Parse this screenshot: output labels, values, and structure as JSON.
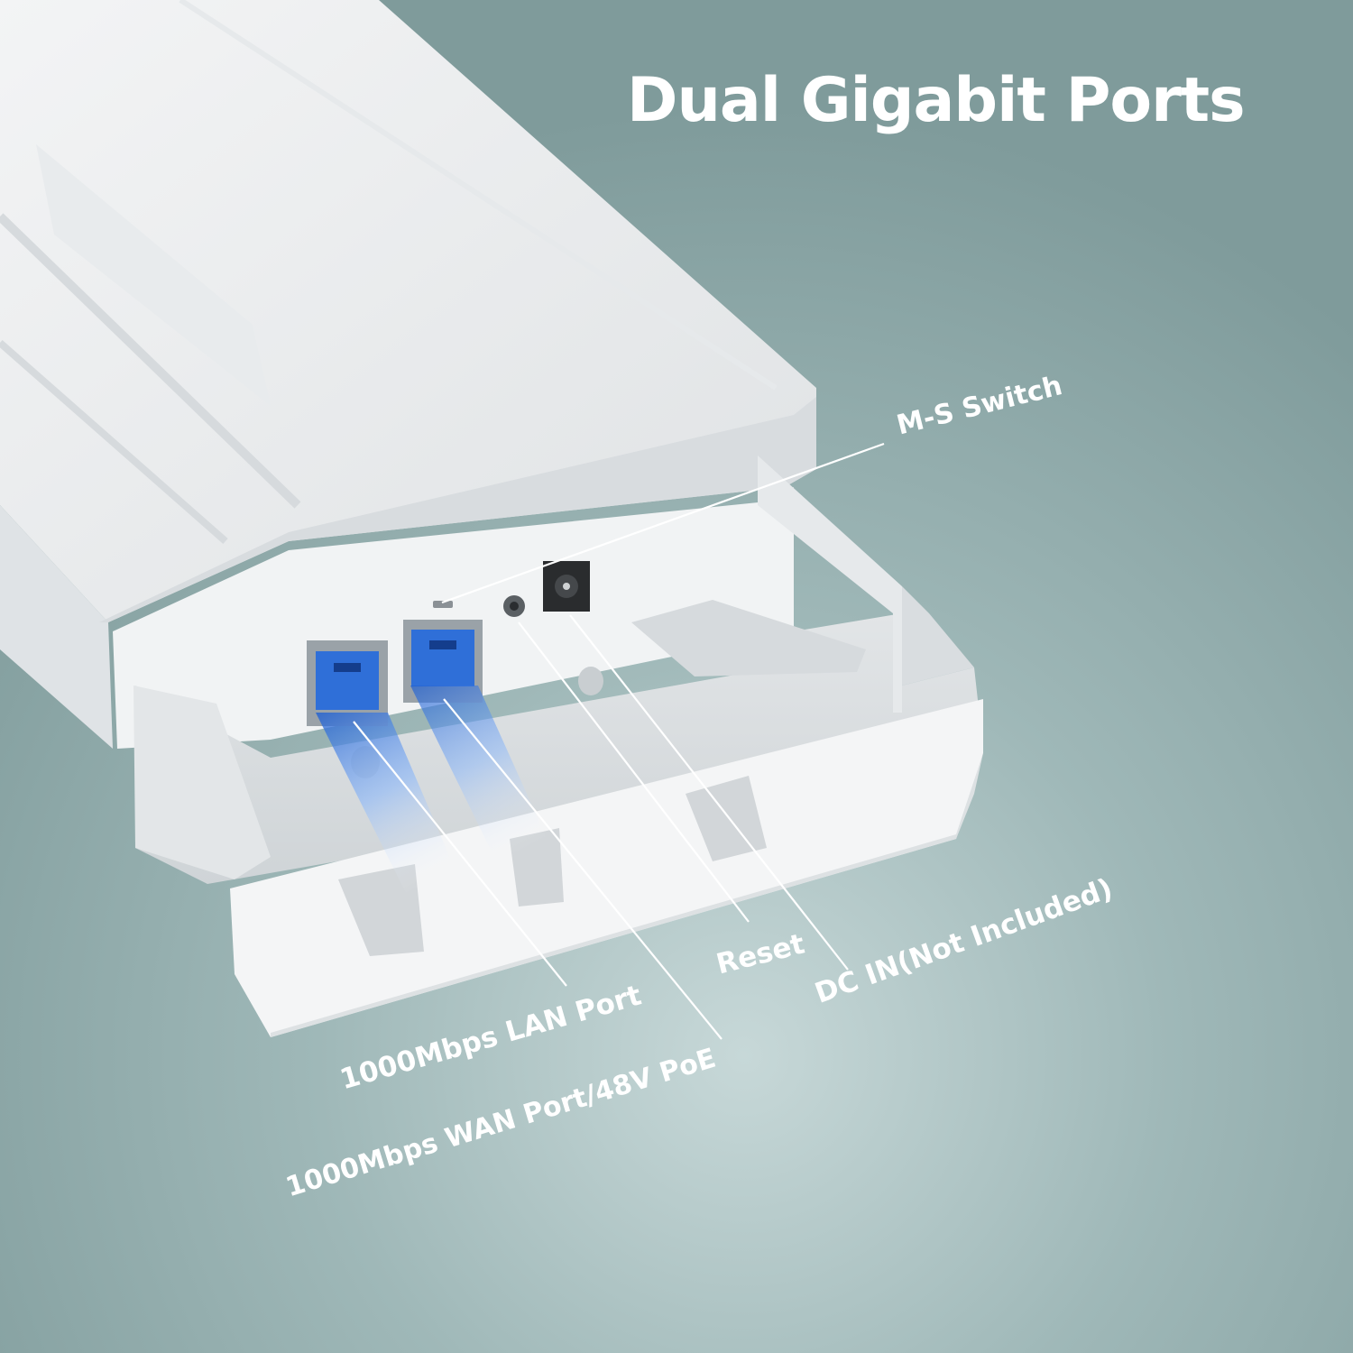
{
  "headline": "Dual Gigabit Ports",
  "callouts": {
    "ms_switch": "M-S Switch",
    "reset": "Reset",
    "dc_in": "DC IN(Not Included)",
    "lan_port": "1000Mbps LAN Port",
    "wan_port": "1000Mbps WAN Port/48V PoE"
  },
  "colors": {
    "background": "#87a3a3",
    "device_body": "#eef0f1",
    "port_blue": "#2f6fd8",
    "text": "#ffffff"
  }
}
